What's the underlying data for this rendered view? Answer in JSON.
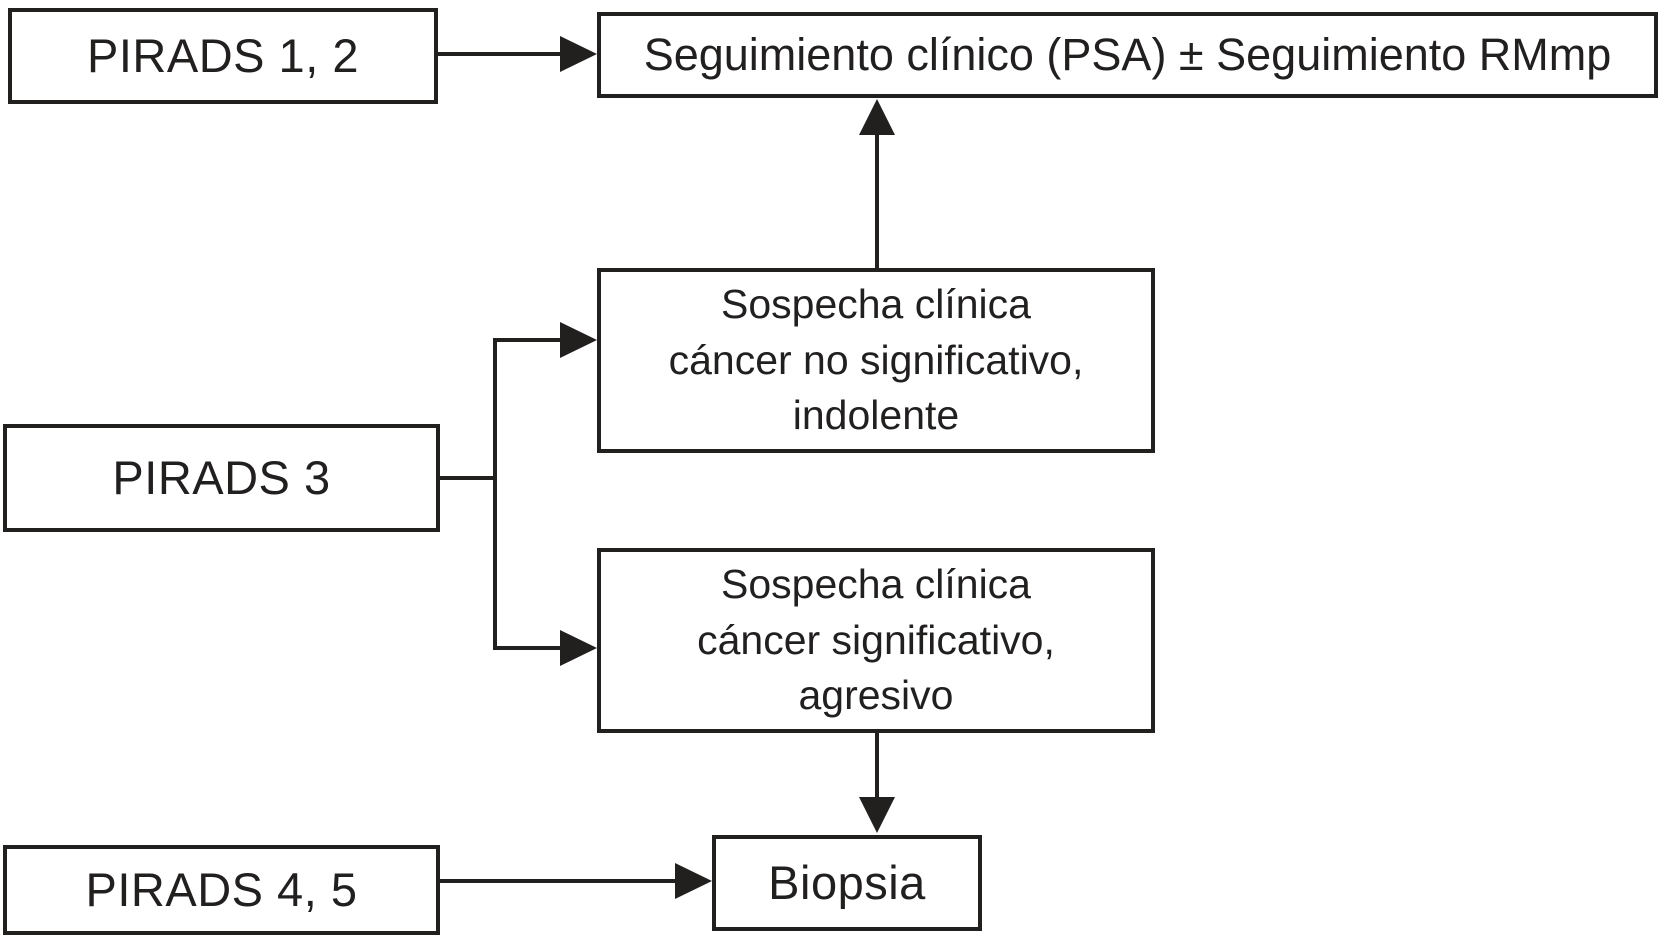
{
  "theme": {
    "background": "#ffffff",
    "line_color": "#221f1f",
    "text_color": "#221f1f"
  },
  "nodes": {
    "pirads_1_2": {
      "label": "PIRADS 1, 2"
    },
    "seguimiento": {
      "label": "Seguimiento clínico (PSA) ± Seguimiento RMmp"
    },
    "pirads_3": {
      "label": "PIRADS 3"
    },
    "sospecha_no_significativo": {
      "lines": [
        "Sospecha clínica",
        "cáncer no significativo,",
        "indolente"
      ]
    },
    "sospecha_significativo": {
      "lines": [
        "Sospecha clínica",
        "cáncer significativo,",
        "agresivo"
      ]
    },
    "pirads_4_5": {
      "label": "PIRADS 4, 5"
    },
    "biopsia": {
      "label": "Biopsia"
    }
  },
  "edges": [
    {
      "from": "pirads_1_2",
      "to": "seguimiento"
    },
    {
      "from": "sospecha_no_significativo",
      "to": "seguimiento"
    },
    {
      "from": "pirads_3",
      "to": "sospecha_no_significativo"
    },
    {
      "from": "pirads_3",
      "to": "sospecha_significativo"
    },
    {
      "from": "sospecha_significativo",
      "to": "biopsia"
    },
    {
      "from": "pirads_4_5",
      "to": "biopsia"
    }
  ]
}
